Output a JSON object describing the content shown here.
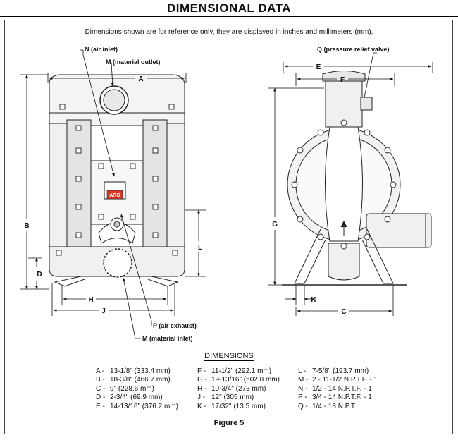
{
  "title": "DIMENSIONAL DATA",
  "note": "Dimensions shown are for reference only, they are displayed in inches and millimeters (mm).",
  "callouts": {
    "n": "N (air inlet)",
    "m_outlet": "M (material outlet)",
    "q": "Q (pressure relief valve)",
    "p": "P (air exhaust)",
    "m_inlet": "M (material inlet)"
  },
  "dim_letters": {
    "a": "A",
    "b": "B",
    "d": "D",
    "h": "H",
    "j": "J",
    "l": "L",
    "e": "E",
    "f": "F",
    "g": "G",
    "k": "K",
    "c": "C"
  },
  "badge_text": "ARO",
  "table_title": "DIMENSIONS",
  "columns": [
    [
      {
        "key": "A -",
        "value": "13-1/8\" (333.4 mm)"
      },
      {
        "key": "B -",
        "value": "18-3/8\" (466.7 mm)"
      },
      {
        "key": "C -",
        "value": "9\" (228.6 mm)"
      },
      {
        "key": "D -",
        "value": "2-3/4\" (69.9 mm)"
      },
      {
        "key": "E -",
        "value": "14-13/16\" (376.2 mm)"
      }
    ],
    [
      {
        "key": "F -",
        "value": "11-1/2\" (292.1 mm)"
      },
      {
        "key": "G -",
        "value": "19-13/16\" (502.8 mm)"
      },
      {
        "key": "H -",
        "value": "10-3/4\" (273 mm)"
      },
      {
        "key": "J -",
        "value": "12\" (305 mm)"
      },
      {
        "key": "K -",
        "value": "17/32\" (13.5 mm)"
      }
    ],
    [
      {
        "key": "L -",
        "value": "7-5/8\" (193.7 mm)"
      },
      {
        "key": "M -",
        "value": "2 - 11-1/2 N.P.T.F. - 1"
      },
      {
        "key": "N -",
        "value": "1/2 - 14 N.P.T.F. - 1"
      },
      {
        "key": "P -",
        "value": "3/4 - 14 N.P.T.F. - 1"
      },
      {
        "key": "Q -",
        "value": "1/4 - 18 N.P.T."
      }
    ]
  ],
  "figure_caption": "Figure 5"
}
